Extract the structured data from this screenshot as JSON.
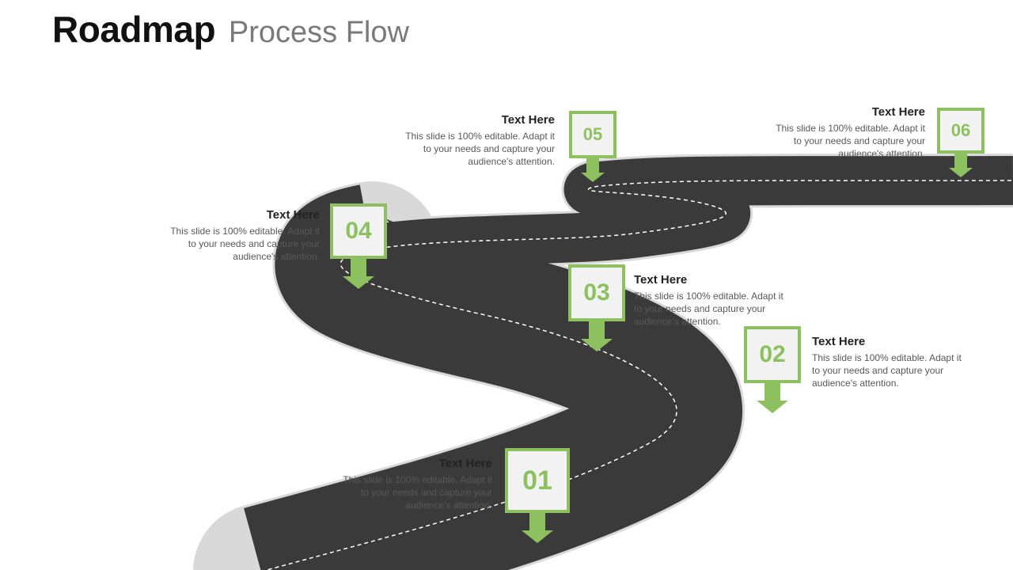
{
  "title": {
    "bold": "Roadmap",
    "light": "Process Flow"
  },
  "colors": {
    "accent": "#8dc15f",
    "road": "#3a3a3a",
    "box_fill": "#f2f2f2",
    "road_edge": "#d9d9d9",
    "center_line": "#ffffff"
  },
  "steps": [
    {
      "number": "01",
      "heading": "Text Here",
      "body": "This slide is 100% editable. Adapt it to your needs and capture your audience's attention."
    },
    {
      "number": "02",
      "heading": "Text Here",
      "body": "This slide is 100% editable. Adapt it to your needs and capture your audience's attention."
    },
    {
      "number": "03",
      "heading": "Text Here",
      "body": "This slide is 100% editable. Adapt it to your needs and capture your audience's attention."
    },
    {
      "number": "04",
      "heading": "Text Here",
      "body": "This slide is 100% editable. Adapt it to your needs and capture your audience's attention."
    },
    {
      "number": "05",
      "heading": "Text Here",
      "body": "This slide is 100% editable. Adapt it to your needs and capture your audience's attention."
    },
    {
      "number": "06",
      "heading": "Text Here",
      "body": "This slide is 100% editable. Adapt it to your needs and capture your audience's attention."
    }
  ]
}
